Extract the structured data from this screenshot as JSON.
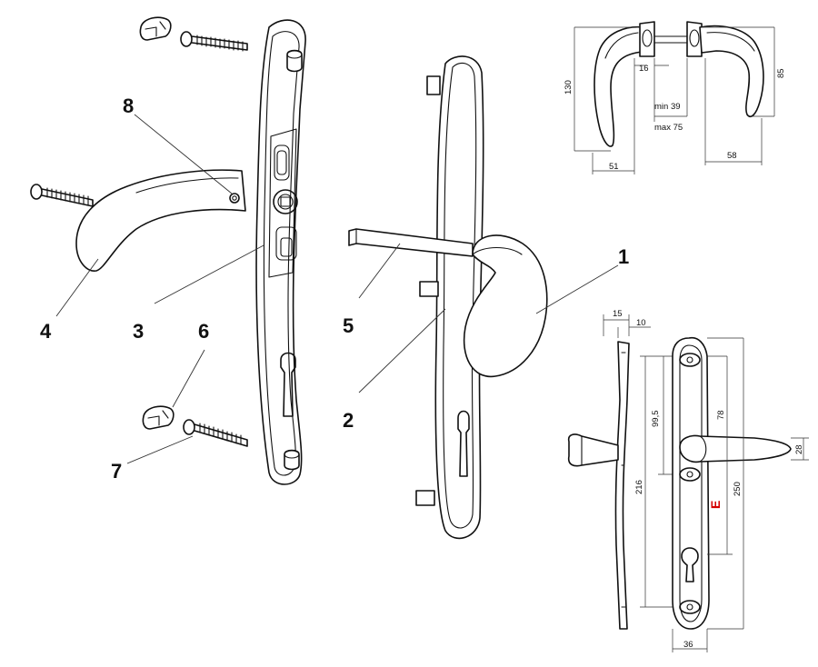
{
  "callouts": {
    "c1": "1",
    "c2": "2",
    "c3": "3",
    "c4": "4",
    "c5": "5",
    "c6": "6",
    "c7": "7",
    "c8": "8"
  },
  "top_view": {
    "d130": "130",
    "d16": "16",
    "dmin": "min  39",
    "dmax": "max 75",
    "d85": "85",
    "d51": "51",
    "d58": "58"
  },
  "side_view": {
    "d15": "15",
    "d10": "10",
    "d99": "99,5",
    "d216": "216",
    "d78": "78",
    "d250": "250",
    "d28": "28",
    "d36": "36",
    "mark": "E"
  },
  "colors": {
    "line": "#111111",
    "mark": "#d40000"
  }
}
